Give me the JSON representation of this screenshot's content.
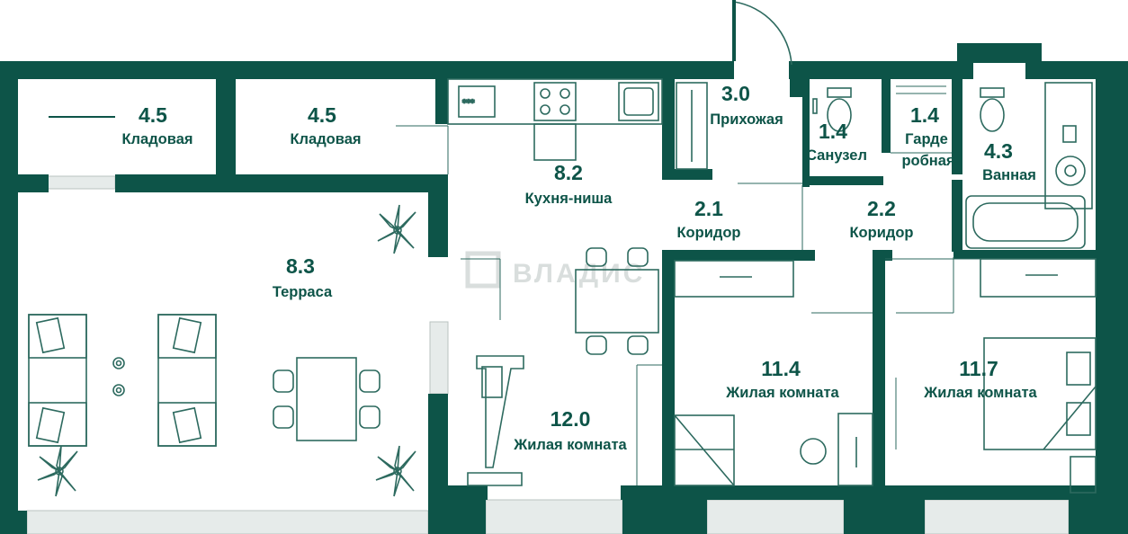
{
  "colors": {
    "wall": "#0d5448",
    "text": "#0d5448",
    "furniture": "#2d6a5f",
    "window": "#cfd6d4"
  },
  "watermark": "ВЛАДИС",
  "rooms": [
    {
      "id": "storage-1",
      "area": "4.5",
      "name": "Кладовая"
    },
    {
      "id": "storage-2",
      "area": "4.5",
      "name": "Кладовая"
    },
    {
      "id": "kitchen",
      "area": "8.2",
      "name": "Кухня-ниша"
    },
    {
      "id": "hallway",
      "area": "3.0",
      "name": "Прихожая"
    },
    {
      "id": "wc",
      "area": "1.4",
      "name": "Санузел"
    },
    {
      "id": "wardrobe",
      "area": "1.4",
      "name": "Гарде",
      "name2": "робная"
    },
    {
      "id": "bathroom",
      "area": "4.3",
      "name": "Ванная"
    },
    {
      "id": "corridor-1",
      "area": "2.1",
      "name": "Коридор"
    },
    {
      "id": "corridor-2",
      "area": "2.2",
      "name": "Коридор"
    },
    {
      "id": "terrace",
      "area": "8.3",
      "name": "Терраса"
    },
    {
      "id": "living-1",
      "area": "12.0",
      "name": "Жилая комната"
    },
    {
      "id": "living-2",
      "area": "11.4",
      "name": "Жилая комната"
    },
    {
      "id": "living-3",
      "area": "11.7",
      "name": "Жилая комната"
    }
  ]
}
